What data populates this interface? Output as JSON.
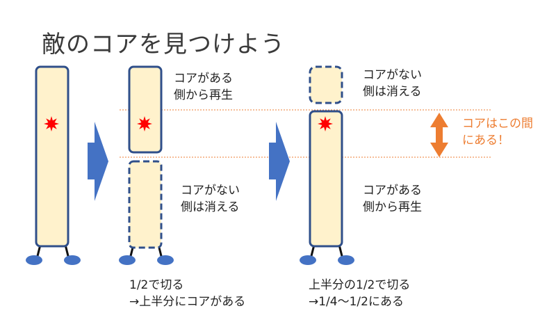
{
  "title": "敵のコアを見つけよう",
  "labels": {
    "stage2_top": [
      "コアがある",
      "側から再生"
    ],
    "stage2_bottom": [
      "コアがない",
      "側は消える"
    ],
    "stage3_top": [
      "コアがない",
      "側は消える"
    ],
    "stage3_bottom": [
      "コアがある",
      "側から再生"
    ],
    "core_between": [
      "コアはこの間",
      "にある！"
    ]
  },
  "captions": {
    "step1": [
      "1/2で切る",
      "→上半分にコアがある"
    ],
    "step2": [
      "上半分の1/2で切る",
      "→1/4〜1/2にある"
    ]
  },
  "colors": {
    "body_fill": "#fff2cc",
    "body_stroke": "#2f4f8a",
    "arrow": "#4472c4",
    "core": "#ff0000",
    "accent": "#ed7d31"
  }
}
